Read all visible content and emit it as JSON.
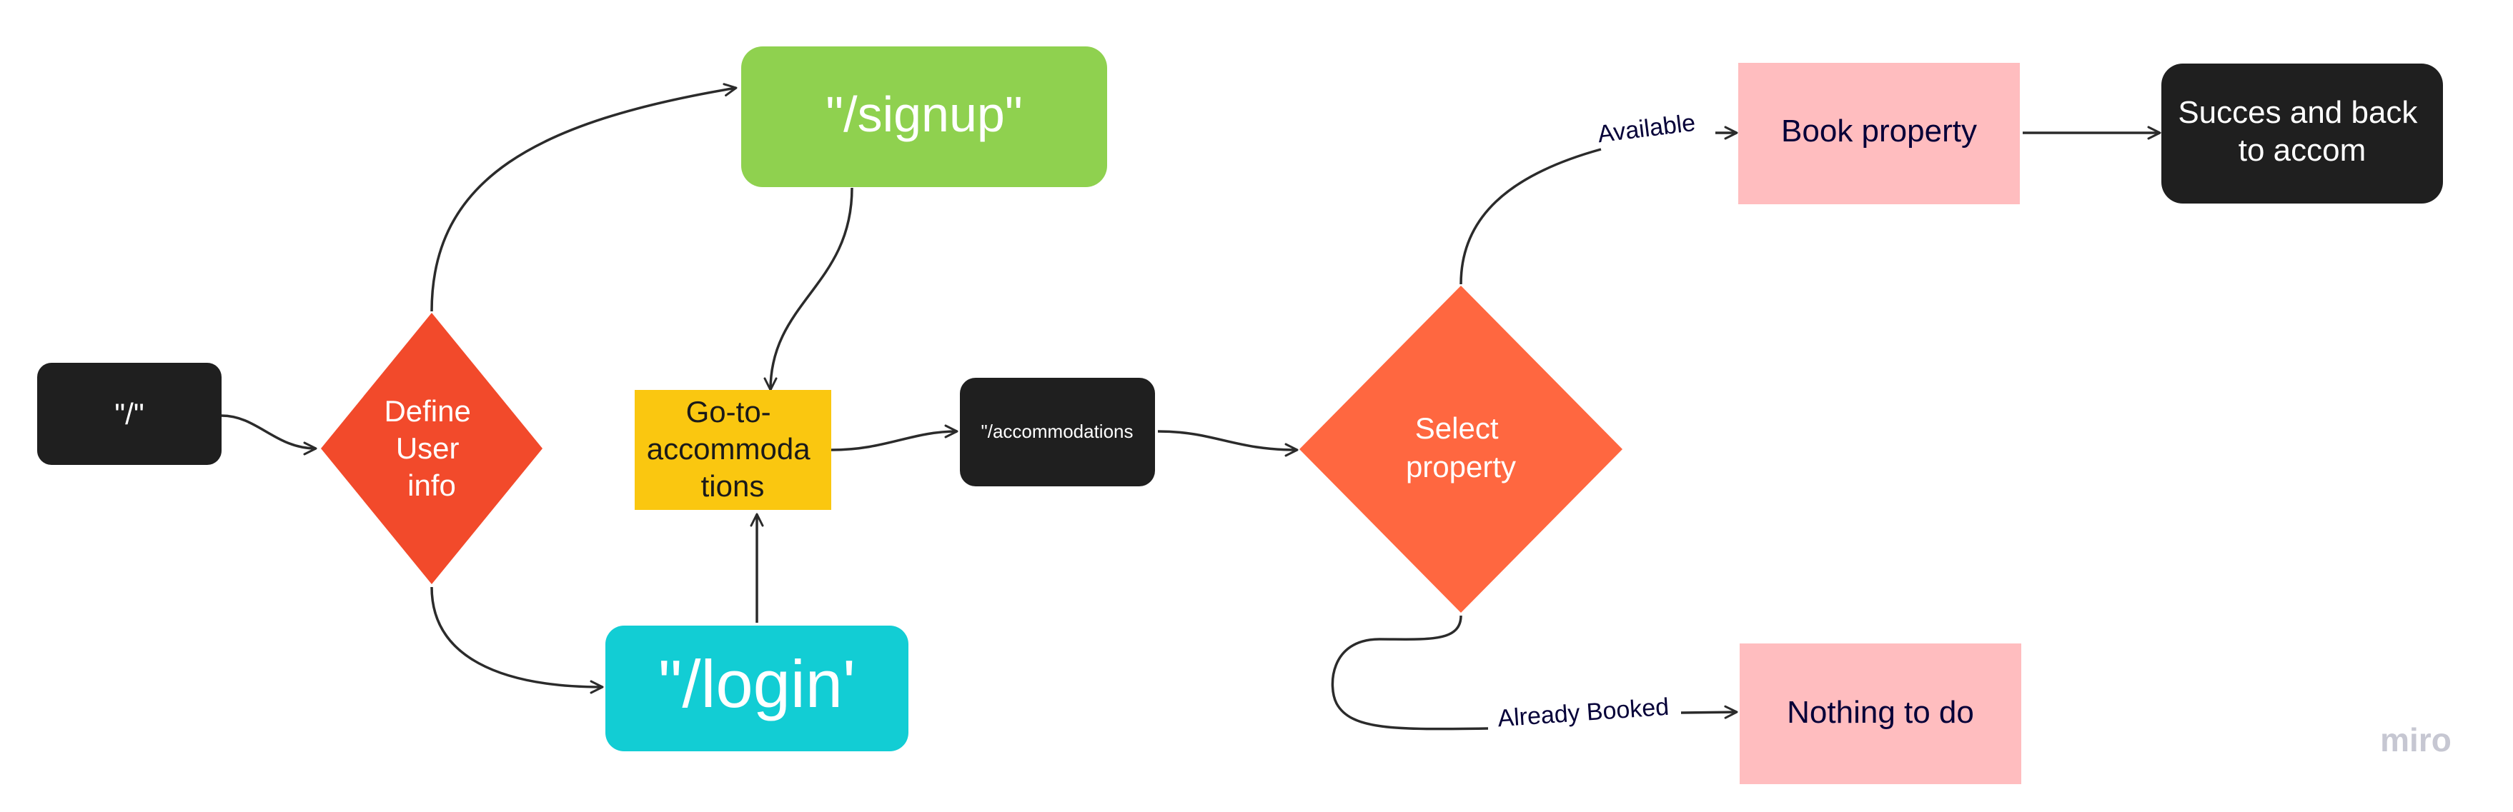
{
  "nodes": {
    "root": {
      "label": "\"/\"",
      "color": "#1f1f1f",
      "text_color": "#ffffff"
    },
    "define": {
      "label_lines": [
        "Define",
        "User",
        "info"
      ],
      "color": "#f24a2b",
      "text_color": "#ffffff"
    },
    "signup": {
      "label": "\"/signup\"",
      "color": "#8fd14f",
      "text_color": "#ffffff"
    },
    "login": {
      "label": "\"/login'",
      "color": "#12cdd4",
      "text_color": "#ffffff"
    },
    "goto": {
      "label_lines": [
        "Go-to-",
        "accommoda",
        "tions"
      ],
      "color": "#fac710",
      "text_color": "#1a1a1a"
    },
    "accommodations": {
      "label": "\"/accommodations",
      "color": "#1f1f1f",
      "text_color": "#ffffff"
    },
    "select": {
      "label_lines": [
        "Select",
        "property"
      ],
      "color": "#ff6740",
      "text_color": "#ffffff"
    },
    "book": {
      "label": "Book property",
      "color": "#ffbdbf",
      "text_color": "#050038"
    },
    "success": {
      "label_lines": [
        "Succes and back",
        "to accom"
      ],
      "color": "#1f1f1f",
      "text_color": "#ffffff"
    },
    "nothing": {
      "label": "Nothing to do",
      "color": "#ffbdbf",
      "text_color": "#050038"
    }
  },
  "edge_labels": {
    "available": "Available",
    "booked": "Already Booked"
  },
  "watermark": "miro",
  "colors": {
    "connector": "#2b2b2b",
    "edge_label": "#050038",
    "watermark": "#c6c7d2"
  }
}
